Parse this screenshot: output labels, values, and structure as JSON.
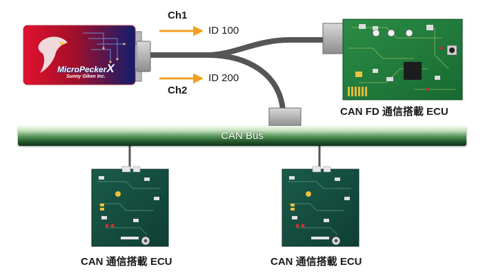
{
  "device": {
    "brand": "MicroPecker",
    "brand_suffix": "X",
    "maker": "Sunny Giken Inc."
  },
  "channels": [
    {
      "name": "Ch1",
      "id_label": "ID 100"
    },
    {
      "name": "Ch2",
      "id_label": "ID 200"
    }
  ],
  "bus": {
    "label": "CAN Bus"
  },
  "ecus": [
    {
      "label": "CAN FD 通信搭載 ECU"
    },
    {
      "label": "CAN 通信搭載 ECU"
    },
    {
      "label": "CAN 通信搭載 ECU"
    }
  ],
  "colors": {
    "arrow": "#f0a020",
    "cable": "#555555",
    "pcb": "#1f7a3a",
    "bus_dark": "#1e4d25",
    "device_red": "#c8102e",
    "device_blue": "#1e2f8c"
  }
}
